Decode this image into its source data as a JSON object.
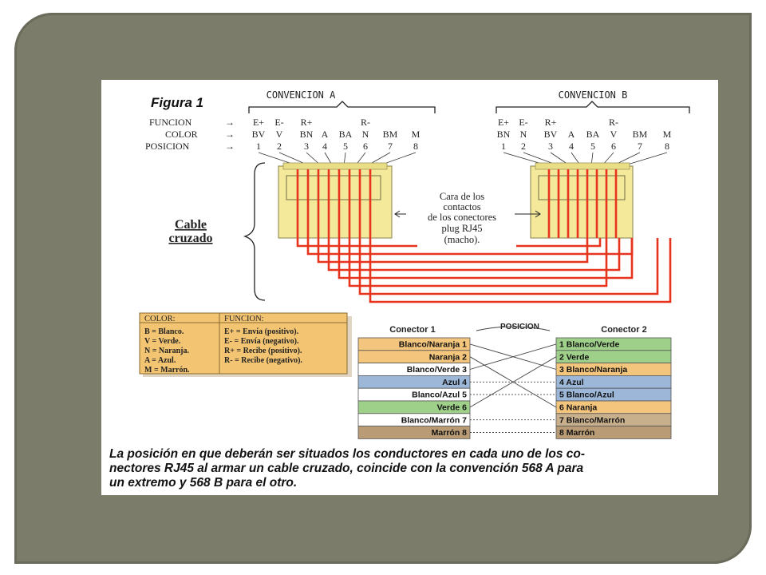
{
  "figure_title": "Figura 1",
  "convention_a": {
    "title": "CONVENCION A",
    "funcion": [
      "E+",
      "E-",
      "R+",
      "",
      "",
      "R-",
      "",
      ""
    ],
    "color": [
      "BV",
      "V",
      "BN",
      "A",
      "BA",
      "N",
      "BM",
      "M"
    ],
    "posicion": [
      "1",
      "2",
      "3",
      "4",
      "5",
      "6",
      "7",
      "8"
    ]
  },
  "convention_b": {
    "title": "CONVENCION B",
    "funcion": [
      "E+",
      "E-",
      "R+",
      "",
      "",
      "R-",
      "",
      ""
    ],
    "color": [
      "BN",
      "N",
      "BV",
      "A",
      "BA",
      "V",
      "BM",
      "M"
    ],
    "posicion": [
      "1",
      "2",
      "3",
      "4",
      "5",
      "6",
      "7",
      "8"
    ]
  },
  "row_labels": {
    "funcion": "FUNCION",
    "color": "COLOR",
    "posicion": "POSICION",
    "arrow": "→"
  },
  "cable_label": [
    "Cable",
    "cruzado"
  ],
  "contacts_label": [
    "Cara de los",
    "contactos",
    "de los conectores",
    "plug RJ45",
    "(macho)."
  ],
  "legend": {
    "color_header": "COLOR:",
    "funcion_header": "FUNCION:",
    "colors": [
      "B = Blanco.",
      "V = Verde.",
      "N = Naranja.",
      "A = Azul.",
      "M = Marrón."
    ],
    "funciones": [
      "E+ = Envía (positivo).",
      "E-  = Envía (negativo).",
      "R+ = Recibe (positivo).",
      "R-  = Recibe (negativo)."
    ]
  },
  "connector_table": {
    "posicion_label": "POSICION",
    "connector1_title": "Conector 1",
    "connector2_title": "Conector 2",
    "connector1": [
      "Blanco/Naranja 1",
      "Naranja 2",
      "Blanco/Verde 3",
      "Azul 4",
      "Blanco/Azul 5",
      "Verde 6",
      "Blanco/Marrón 7",
      "Marrón 8"
    ],
    "connector2": [
      "1 Blanco/Verde",
      "2 Verde",
      "3 Blanco/Naranja",
      "4 Azul",
      "5 Blanco/Azul",
      "6 Naranja",
      "7 Blanco/Marrón",
      "8 Marrón"
    ],
    "connector1_colors": [
      "#f3c57d",
      "#f3c57d",
      "#ffffff",
      "#9cb7d8",
      "#ffffff",
      "#9fd08a",
      "#ffffff",
      "#b99c75"
    ],
    "connector2_colors": [
      "#9fd08a",
      "#9fd08a",
      "#f3c57d",
      "#9cb7d8",
      "#9cb7d8",
      "#f3c57d",
      "#c9b08d",
      "#b99c75"
    ]
  },
  "caption": [
    "La posición en que deberán ser situados los conductores en cada uno de los co-",
    "nectores RJ45 al armar un cable cruzado, coincide con la convención 568 A para",
    "un extremo y 568 B para el otro."
  ],
  "colors": {
    "slide_background": "#7b7c6a",
    "connector_yellow": "#f4e99b",
    "wire_red": "#e8341c",
    "legend_orange": "#f3c572"
  }
}
